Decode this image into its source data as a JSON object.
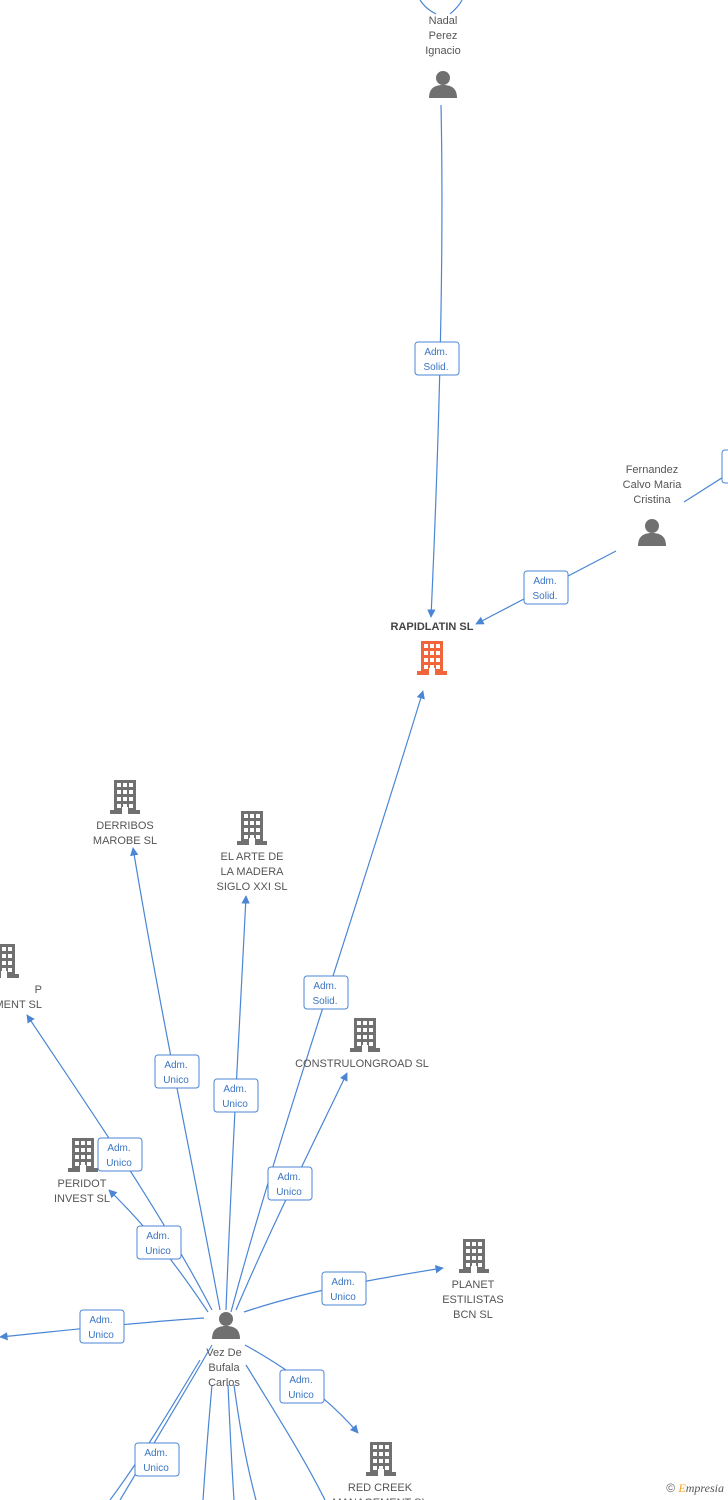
{
  "colors": {
    "edge": "#4a86d4",
    "company": "#707070",
    "focus": "#f0663a",
    "person": "#707070"
  },
  "credit": {
    "copyright": "©",
    "brand_initial": "E",
    "brand_rest": "mpresia"
  },
  "nodes": [
    {
      "id": "nadal",
      "kind": "person",
      "lines": [
        "Nadal",
        "Perez",
        "Ignacio"
      ]
    },
    {
      "id": "fernandez",
      "kind": "person",
      "lines": [
        "Fernandez",
        "Calvo Maria",
        "Cristina"
      ]
    },
    {
      "id": "rapidlatin",
      "kind": "focus",
      "lines": [
        "RAPIDLATIN SL"
      ]
    },
    {
      "id": "derribos",
      "kind": "company",
      "lines": [
        "DERRIBOS",
        "MAROBE SL"
      ]
    },
    {
      "id": "arte",
      "kind": "company",
      "lines": [
        "EL ARTE DE",
        "LA MADERA",
        "SIGLO XXI SL"
      ]
    },
    {
      "id": "ment",
      "kind": "company",
      "lines": [
        "P",
        "MENT SL"
      ]
    },
    {
      "id": "constru",
      "kind": "company",
      "lines": [
        "CONSTRULONGROAD SL"
      ]
    },
    {
      "id": "peridot",
      "kind": "company",
      "lines": [
        "PERIDOT",
        "INVEST SL"
      ]
    },
    {
      "id": "planet",
      "kind": "company",
      "lines": [
        "PLANET",
        "ESTILISTAS",
        "BCN SL"
      ]
    },
    {
      "id": "vez",
      "kind": "person",
      "lines": [
        "Vez De",
        "Bufala",
        "Carlos"
      ]
    },
    {
      "id": "redcreek",
      "kind": "company",
      "lines": [
        "RED CREEK",
        "MANAGEMENT SL"
      ]
    }
  ],
  "edges": [
    {
      "id": "nadal-rapid",
      "lines": [
        "Adm.",
        "Solid."
      ]
    },
    {
      "id": "fern-rapid",
      "lines": [
        "Adm.",
        "Solid."
      ]
    },
    {
      "id": "fern-offscreen",
      "lines": []
    },
    {
      "id": "vez-rapid",
      "lines": [
        "Adm.",
        "Solid."
      ]
    },
    {
      "id": "vez-derribos",
      "lines": [
        "Adm.",
        "Unico"
      ]
    },
    {
      "id": "vez-arte",
      "lines": [
        "Adm.",
        "Unico"
      ]
    },
    {
      "id": "vez-ment",
      "lines": [
        "Adm.",
        "Unico"
      ]
    },
    {
      "id": "vez-constru",
      "lines": [
        "Adm.",
        "Unico"
      ]
    },
    {
      "id": "vez-peridot",
      "lines": [
        "Adm.",
        "Unico"
      ]
    },
    {
      "id": "vez-planet",
      "lines": [
        "Adm.",
        "Unico"
      ]
    },
    {
      "id": "vez-left",
      "lines": [
        "Adm.",
        "Unico"
      ]
    },
    {
      "id": "vez-redcreek",
      "lines": [
        "Adm.",
        "Unico"
      ]
    },
    {
      "id": "vez-bottomleft",
      "lines": [
        "Adm.",
        "Unico"
      ]
    }
  ]
}
